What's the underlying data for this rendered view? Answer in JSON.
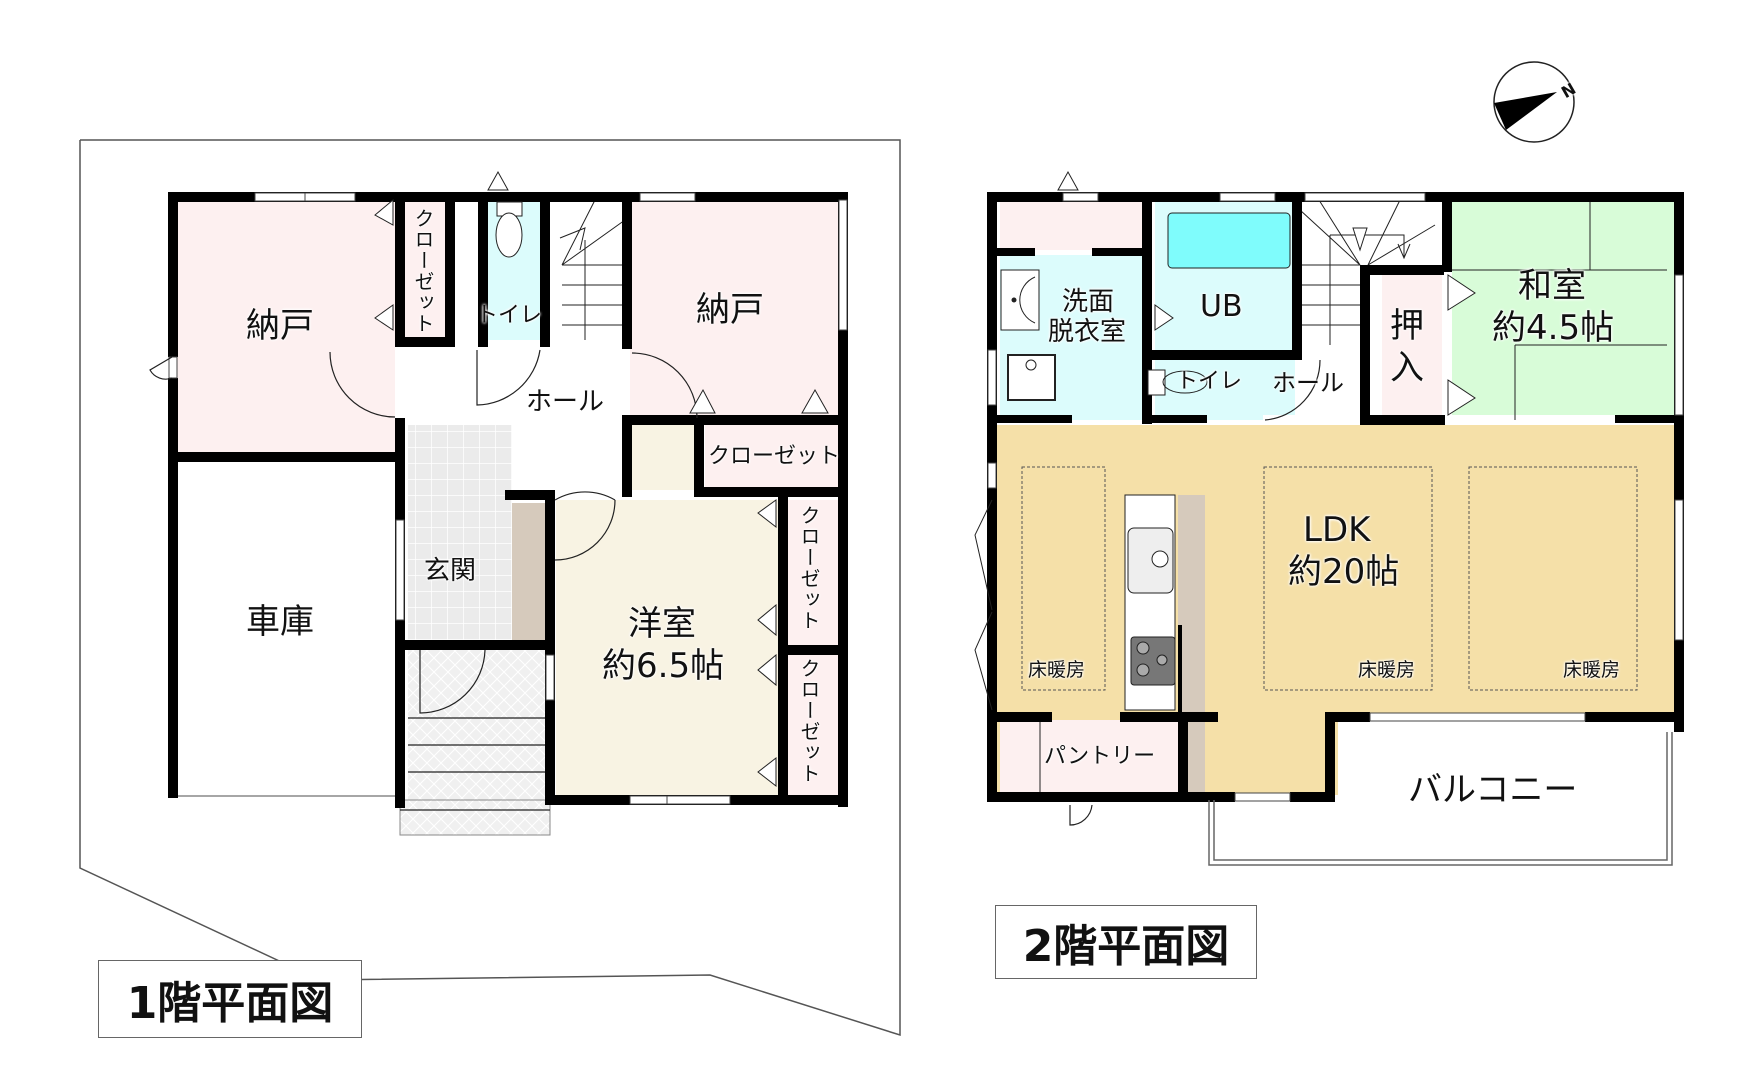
{
  "floor1": {
    "title": "1階平面図",
    "rooms": {
      "storage_left": "納戸",
      "closet_top": "クローゼット",
      "toilet": "トイレ",
      "storage_right": "納戸",
      "hall": "ホール",
      "closet_hall": "クローゼット",
      "garage": "車庫",
      "entrance": "玄関",
      "western_room_name": "洋室",
      "western_room_size": "約6.5帖",
      "closet_w1": "クローゼット",
      "closet_w2": "クローゼット"
    }
  },
  "floor2": {
    "title": "2階平面図",
    "rooms": {
      "washroom_line1": "洗面",
      "washroom_line2": "脱衣室",
      "bath": "UB",
      "toilet": "トイレ",
      "hall": "ホール",
      "oshiire_1": "押",
      "oshiire_2": "入",
      "japanese_room_name": "和室",
      "japanese_room_size": "約4.5帖",
      "ldk_name": "LDK",
      "ldk_size": "約20帖",
      "floor_heating_1": "床暖房",
      "floor_heating_2": "床暖房",
      "floor_heating_3": "床暖房",
      "pantry": "パントリー",
      "balcony": "バルコニー"
    }
  },
  "compass": {
    "label": "N"
  },
  "colors": {
    "storage_pink": "#fdf0f0",
    "toilet_cyan": "#dcfcfc",
    "western_cream": "#f8f3e3",
    "entrance_gray": "#ebebeb",
    "shoe_closet_taupe": "#d6cabc",
    "ldk_tan": "#f5e0a8",
    "japanese_green": "#d8fcd8",
    "bathtub_cyan": "#7ffcfc",
    "wall": "#000000"
  }
}
